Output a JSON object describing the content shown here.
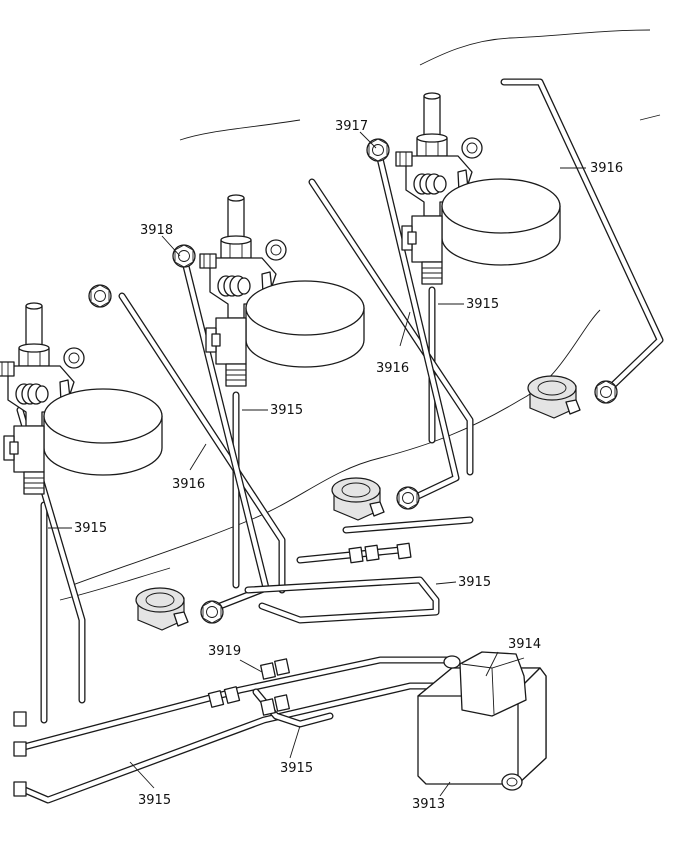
{
  "figure": {
    "labels": {
      "l3913": "3913",
      "l3914": "3914",
      "l3915_a": "3915",
      "l3915_b": "3915",
      "l3915_c": "3915",
      "l3915_d": "3915",
      "l3915_e": "3915",
      "l3915_f": "3915",
      "l3916_a": "3916",
      "l3916_b": "3916",
      "l3916_c": "3916",
      "l3917": "3917",
      "l3918": "3918",
      "l3919": "3919"
    }
  }
}
